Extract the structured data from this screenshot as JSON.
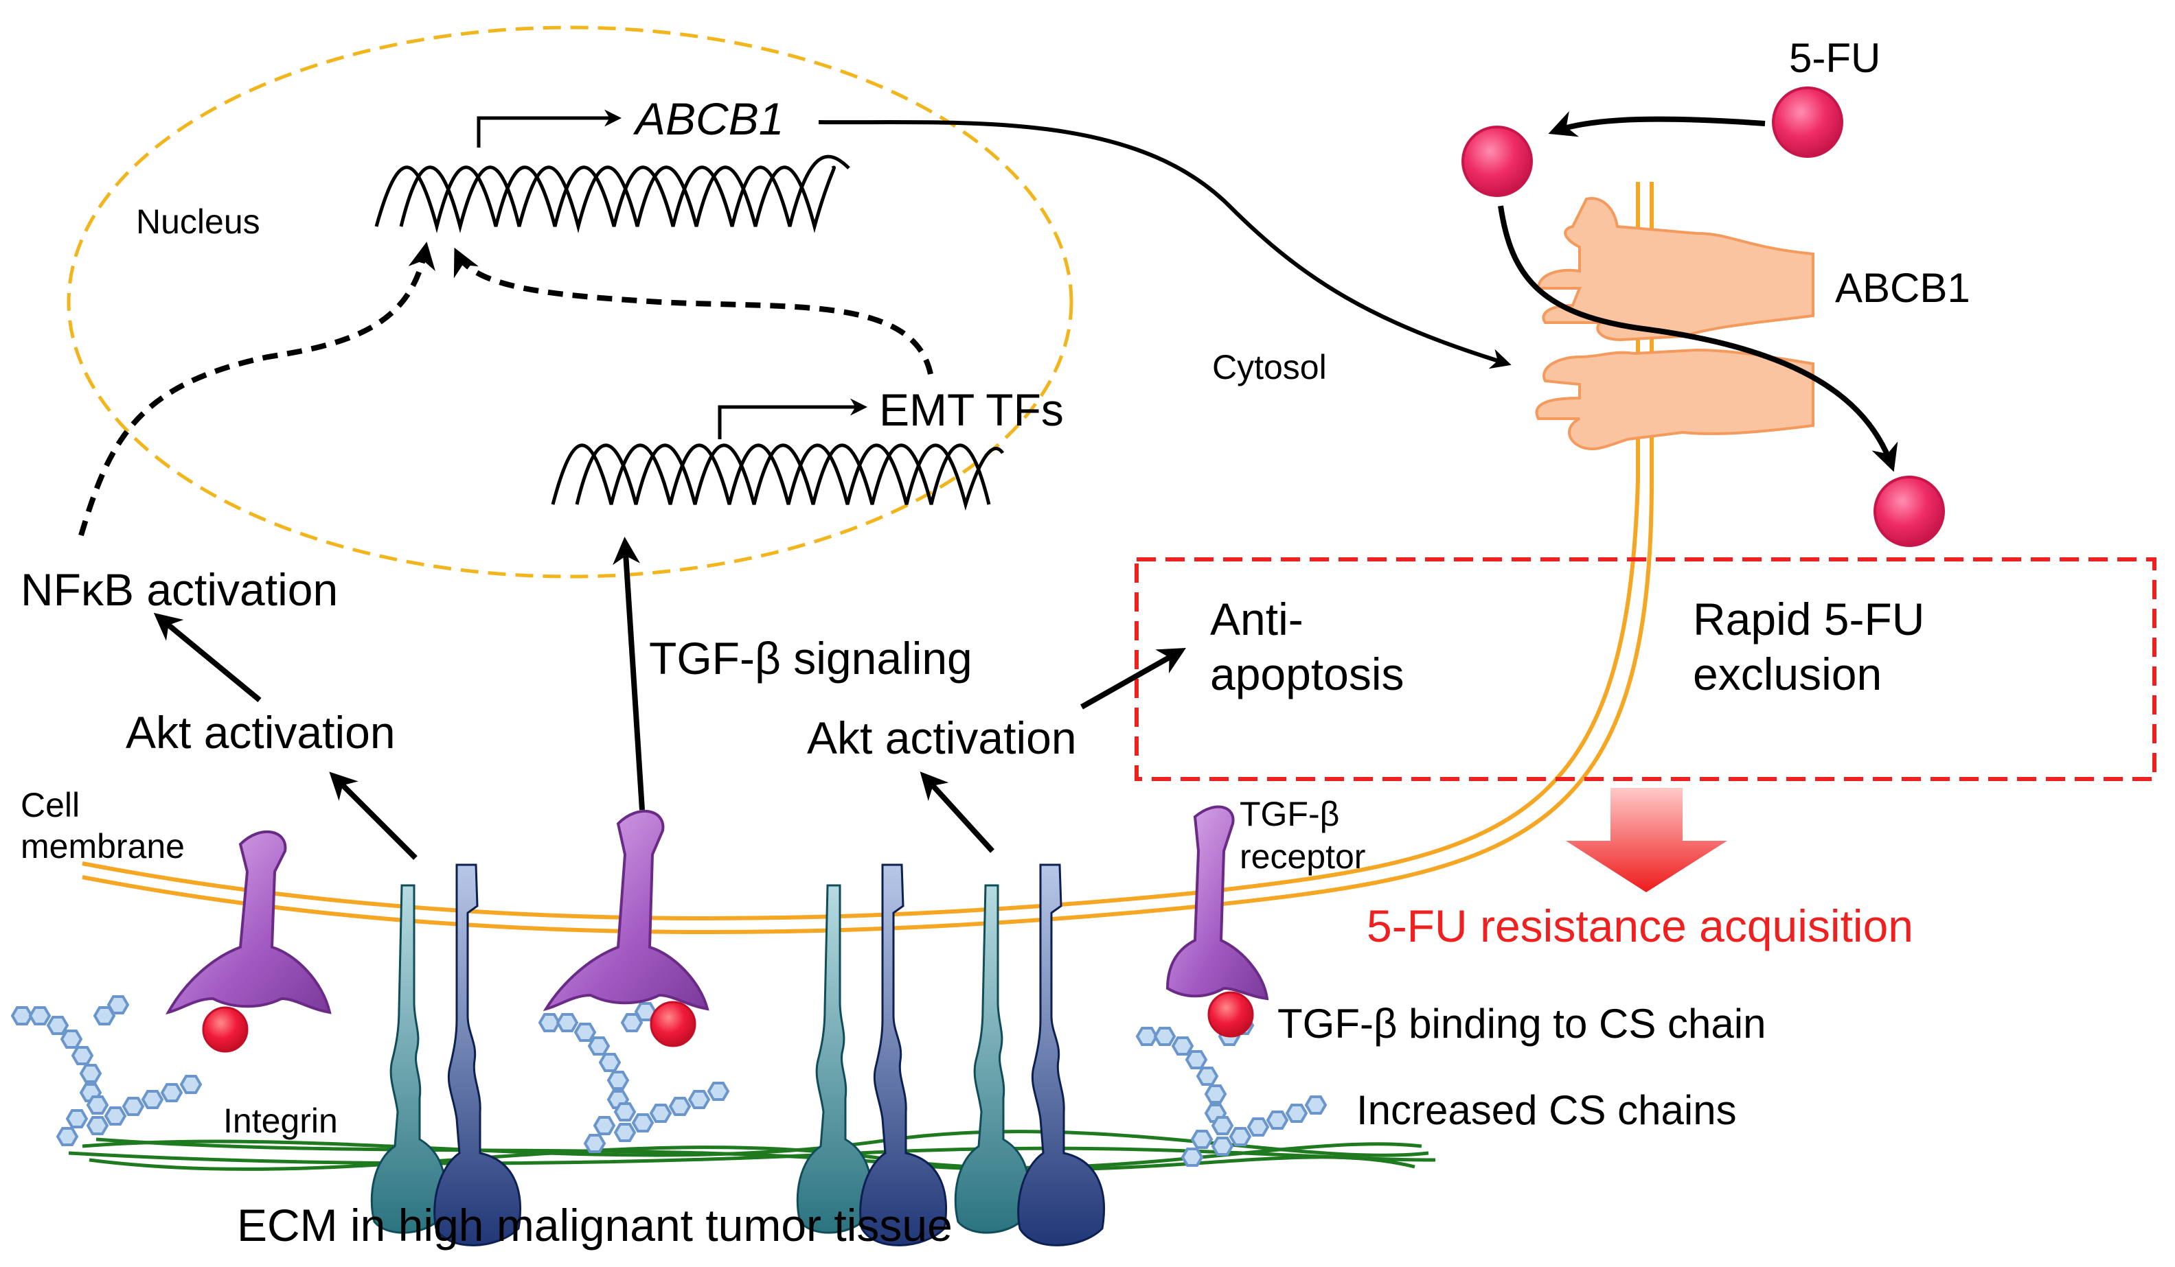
{
  "labels": {
    "nucleus": "Nucleus",
    "cytosol": "Cytosol",
    "abcb1_gene": "ABCB1",
    "emt_tfs": "EMT TFs",
    "five_fu": "5-FU",
    "abcb1_transporter": "ABCB1",
    "nfkb_activation": "NFκB activation",
    "akt_activation_left": "Akt activation",
    "tgfb_signaling": "TGF-β signaling",
    "akt_activation_right": "Akt activation",
    "anti_apoptosis_line1": "Anti-",
    "anti_apoptosis_line2": "apoptosis",
    "rapid_exclusion_line1": "Rapid 5-FU",
    "rapid_exclusion_line2": "exclusion",
    "cell_membrane_line1": "Cell",
    "cell_membrane_line2": "membrane",
    "tgfb_receptor_line1": "TGF-β",
    "tgfb_receptor_line2": "receptor",
    "resistance": "5-FU resistance acquisition",
    "tgfb_binding": "TGF-β binding to CS chain",
    "increased_cs": "Increased CS chains",
    "integrin": "Integrin",
    "ecm": "ECM in high malignant tumor tissue"
  },
  "colors": {
    "nucleus_border": "#f2b51c",
    "membrane": "#f5a623",
    "drug": "#e8245c",
    "transporter": "#f9c49f",
    "receptor": "#9b52b8",
    "integrin_teal": "#2d7d83",
    "integrin_navy": "#253a7a",
    "cs_chain": "#8fb5df",
    "ecm_fiber": "#1f7a1f",
    "highlight_red": "#ee2020"
  }
}
